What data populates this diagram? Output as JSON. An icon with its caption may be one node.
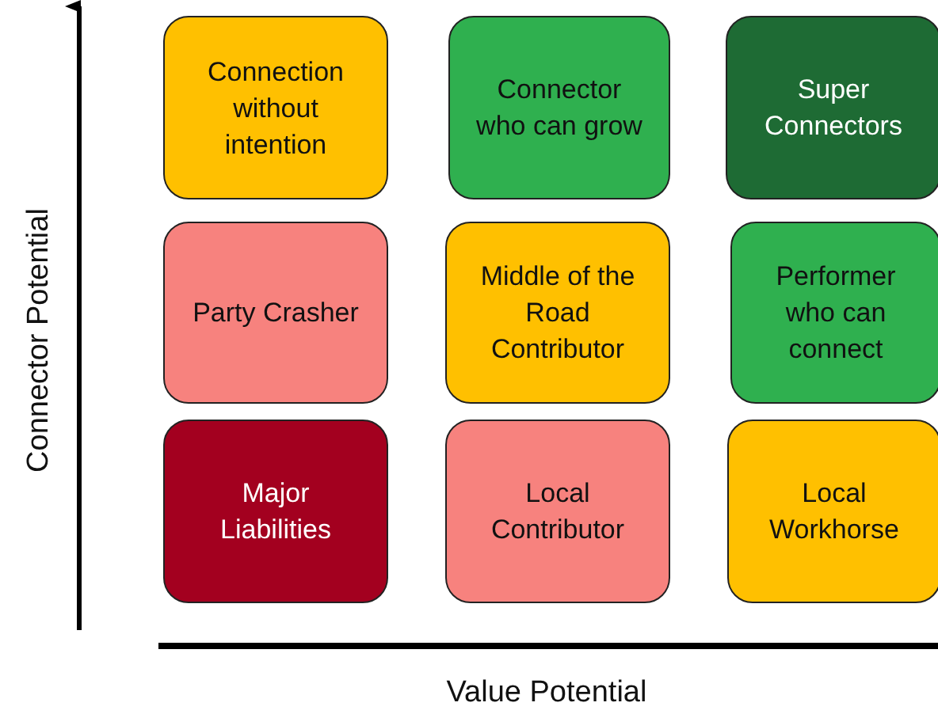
{
  "diagram": {
    "nodes": [
      {
        "text": [
          "Connection without intention"
        ]
      },
      {
        "text": [
          "Connector who can grow"
        ]
      },
      {
        "text": [
          "Super Connectors"
        ]
      },
      {
        "text": [
          "Party Crasher"
        ]
      },
      {
        "text": [
          "Middle of the Road Contributor"
        ]
      },
      {
        "text": [
          "Performer who can connect"
        ]
      },
      {
        "text": [
          "Major Liabilities"
        ]
      },
      {
        "text": [
          "Local Contributor"
        ]
      },
      {
        "text": [
          "Local Workhorse"
        ]
      }
    ],
    "labels": [
      "Connector Potential",
      "Value Potential"
    ]
  }
}
